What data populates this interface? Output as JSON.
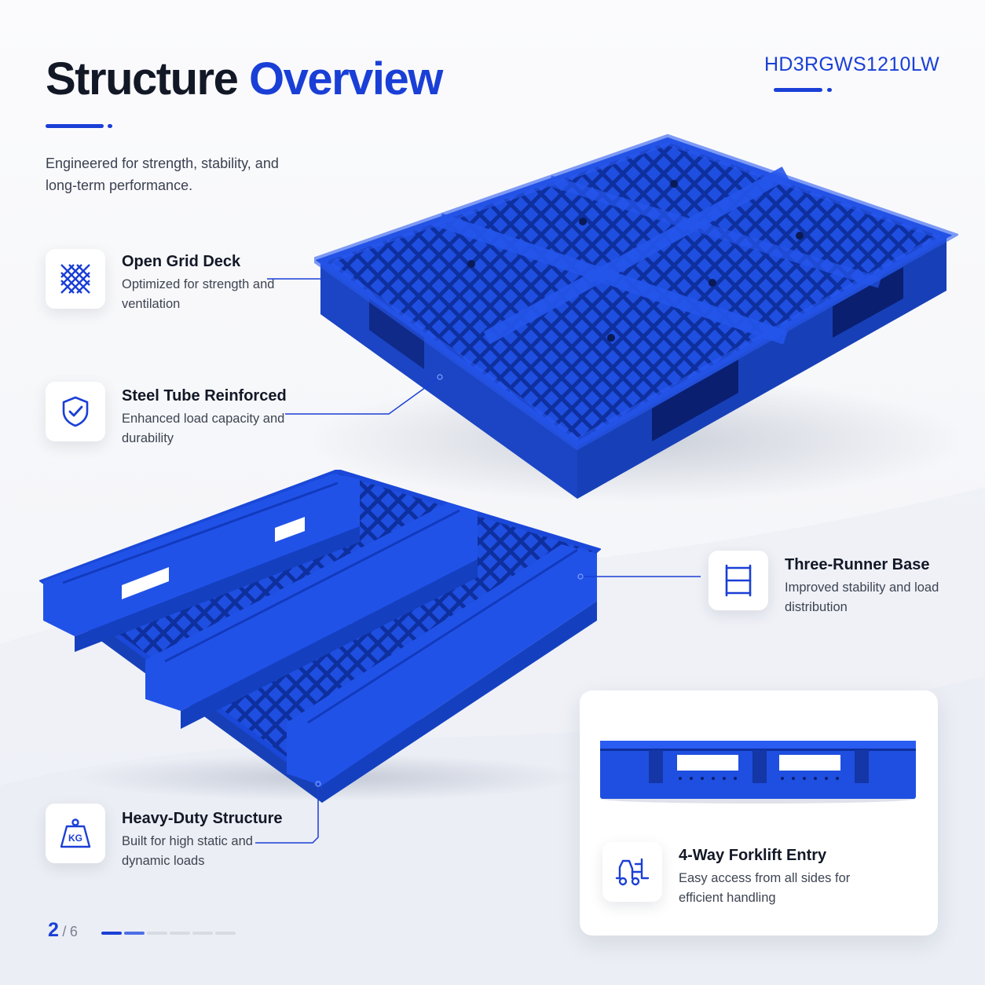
{
  "header": {
    "title_main": "Structure",
    "title_accent": "Overview",
    "model_code": "HD3RGWS1210LW",
    "subtitle": "Engineered for strength, stability, and long-term performance."
  },
  "features": [
    {
      "id": "open-grid-deck",
      "title": "Open Grid Deck",
      "description": "Optimized for strength and ventilation",
      "icon": "grid-mesh-icon"
    },
    {
      "id": "steel-tube",
      "title": "Steel Tube Reinforced",
      "description": "Enhanced load capacity and durability",
      "icon": "shield-check-icon"
    },
    {
      "id": "three-runner",
      "title": "Three-Runner Base",
      "description": "Improved stability and load distribution",
      "icon": "runner-frame-icon"
    },
    {
      "id": "heavy-duty",
      "title": "Heavy-Duty Structure",
      "description": "Built for high static and dynamic loads",
      "icon": "kg-weight-icon",
      "icon_text": "KG"
    },
    {
      "id": "forklift",
      "title": "4-Way Forklift Entry",
      "description": "Easy access from all sides for efficient handling",
      "icon": "forklift-icon"
    }
  ],
  "pager": {
    "current": "2",
    "separator": "/",
    "total": "6",
    "active_index": 1
  },
  "colors": {
    "accent": "#1a3fd6",
    "pallet": "#1f4fe0",
    "text": "#121826"
  }
}
